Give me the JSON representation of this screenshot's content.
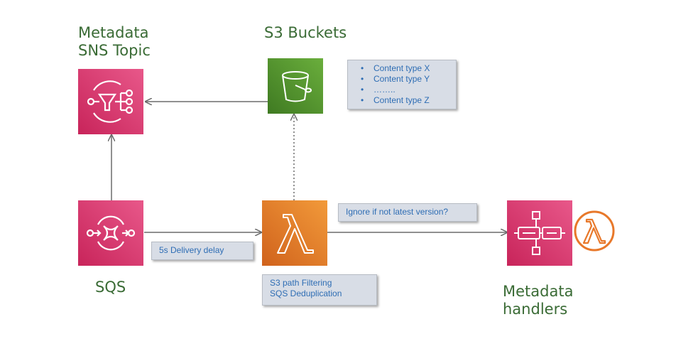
{
  "nodes": {
    "sns": {
      "title_line1": "Metadata",
      "title_line2": "SNS Topic",
      "icon": "sns-topic-icon",
      "color": "#d6336c"
    },
    "s3": {
      "title": "S3 Buckets",
      "icon": "s3-bucket-icon",
      "color": "#4d8b31"
    },
    "sqs": {
      "title": "SQS",
      "icon": "sqs-queue-icon",
      "color": "#d6336c"
    },
    "lambda": {
      "icon": "lambda-icon",
      "color": "#e8782a"
    },
    "handlers": {
      "title_line1": "Metadata",
      "title_line2": "handlers",
      "icon": "step-functions-icon",
      "secondary_icon": "lambda-outline-icon",
      "color": "#d6336c"
    }
  },
  "notes": {
    "content_types": [
      "Content type X",
      "Content type Y",
      "……..",
      "Content type Z"
    ],
    "delivery_delay": "5s Delivery delay",
    "lambda_features": [
      "S3 path Filtering",
      "SQS Deduplication"
    ],
    "ignore_question": "Ignore if not latest version?"
  },
  "colors": {
    "title_text": "#3a6b35",
    "note_text": "#2e6db4",
    "note_bg": "#d8dde6",
    "arrow": "#6b6b6b"
  }
}
